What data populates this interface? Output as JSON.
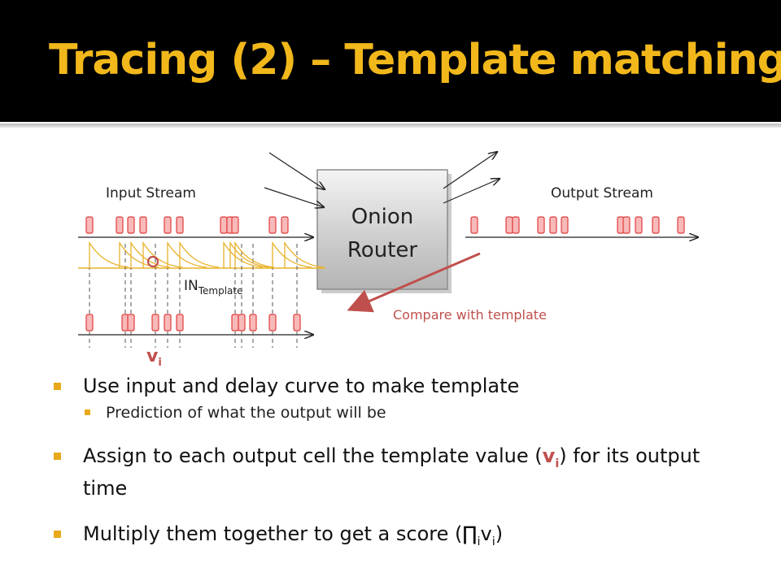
{
  "title": "Tracing (2) – Template matching",
  "diagram": {
    "router_line1": "Onion",
    "router_line2": "Router",
    "input_label": "Input Stream",
    "output_label": "Output Stream",
    "template_label": "IN",
    "template_sub": "Template",
    "compare_label": "Compare with template",
    "vi_label": "v",
    "vi_sub": "i"
  },
  "bullets": {
    "b1": "Use input and delay curve to make template",
    "b1_sub": "Prediction of what the output will be",
    "b2_pre": "Assign to each output cell the template value (",
    "b2_v": "v",
    "b2_i": "i",
    "b2_post": ") for its output time",
    "b3_pre": "Multiply them together to get a score (∏",
    "b3_i1": "i",
    "b3_v": "v",
    "b3_i2": "i",
    "b3_post": ")"
  },
  "colors": {
    "title": "#f2b81b",
    "bullet": "#e8a91c",
    "cell_fill": "#f8b9b9",
    "cell_stroke": "#e03c3c",
    "curve": "#e8b22a",
    "arrow_red": "#c0504d"
  }
}
